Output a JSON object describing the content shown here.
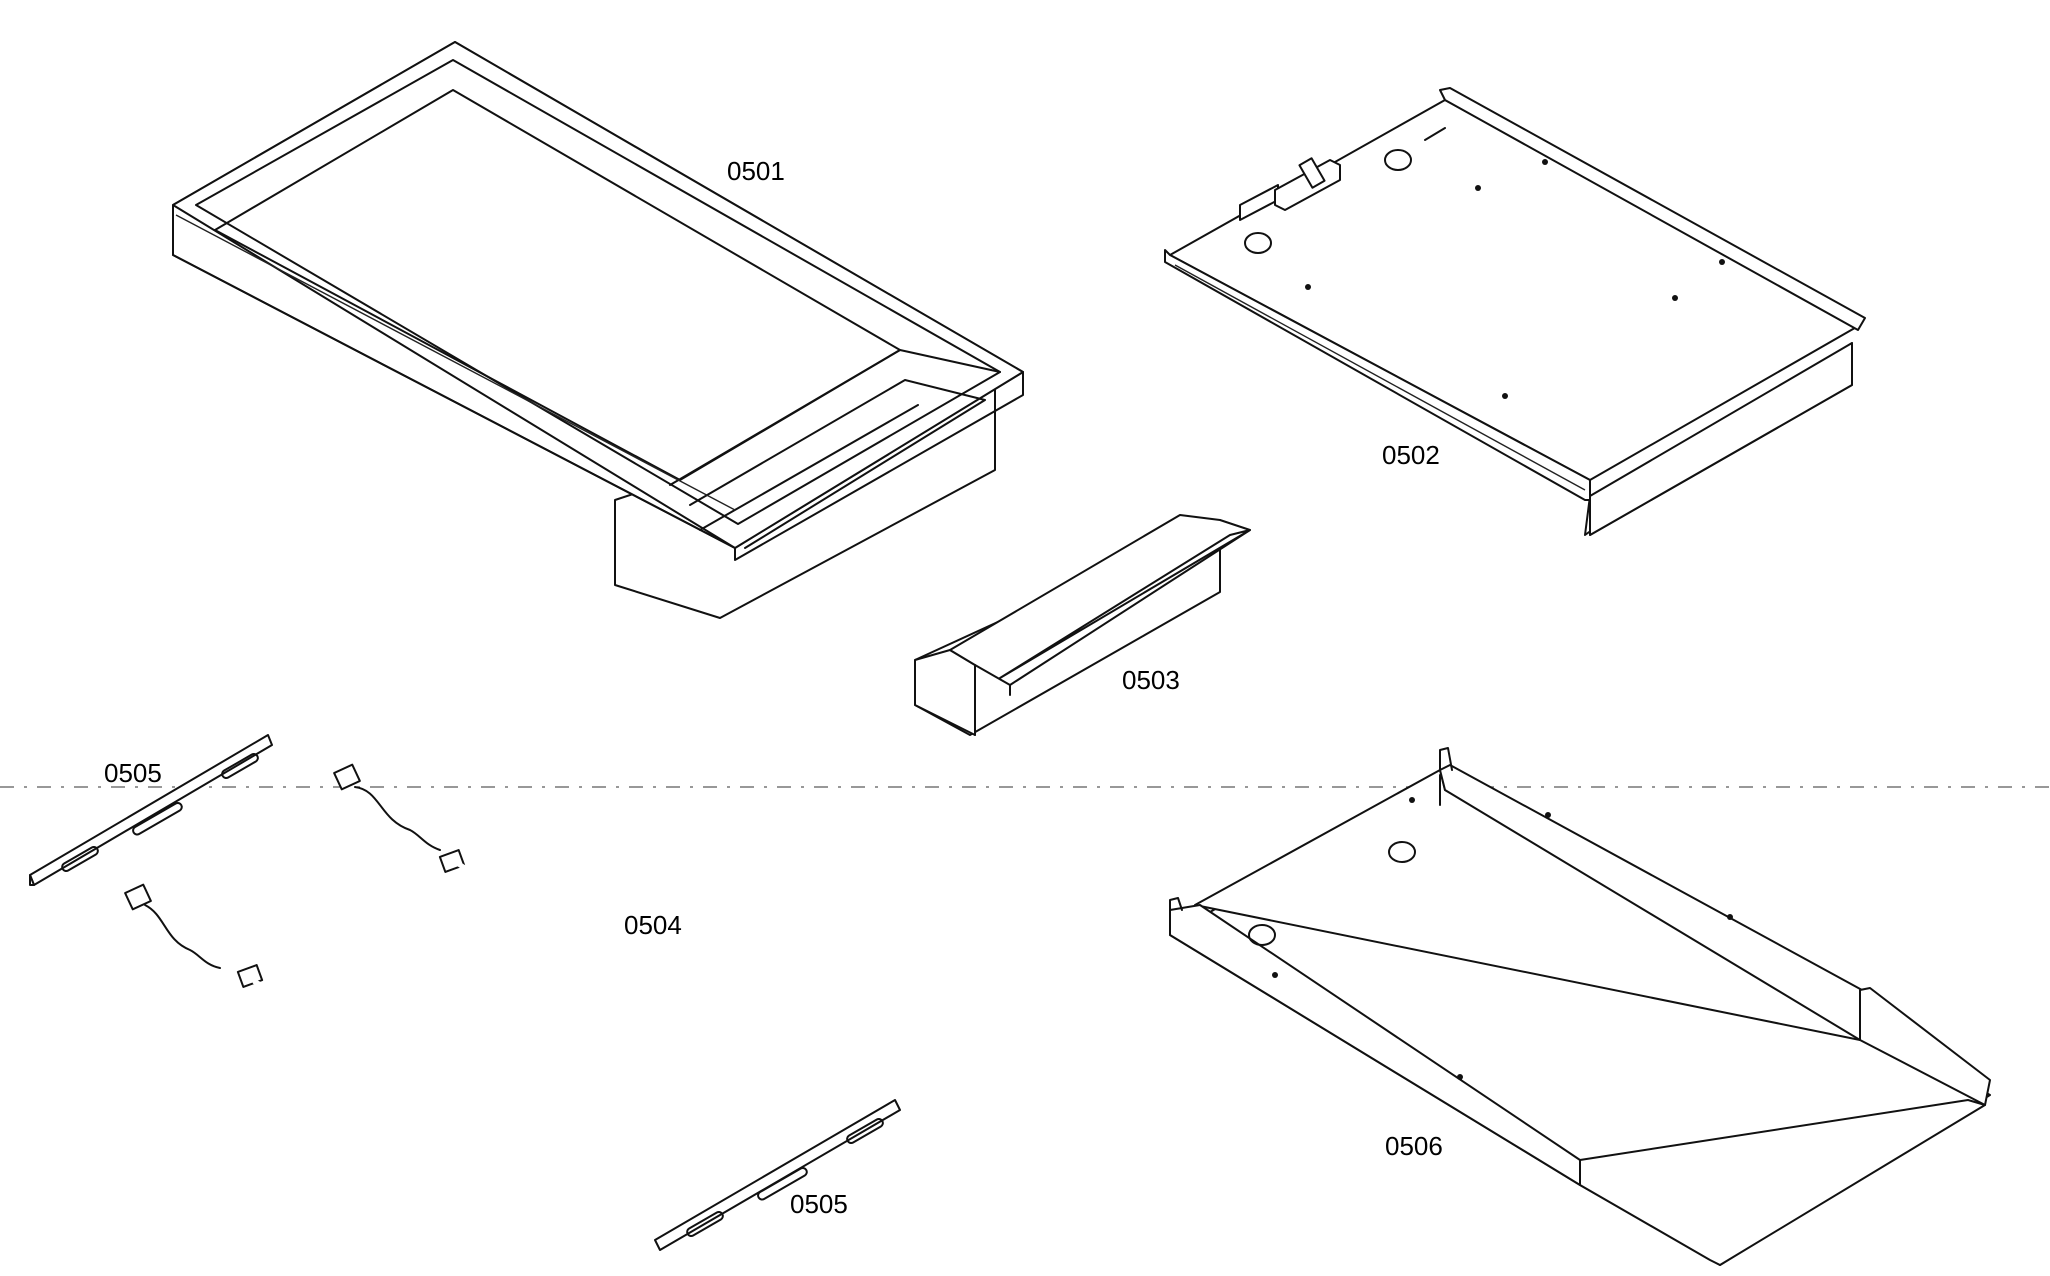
{
  "parts": [
    {
      "id": "tray",
      "label": "0501"
    },
    {
      "id": "frame",
      "label": "0502"
    },
    {
      "id": "channel",
      "label": "0503"
    },
    {
      "id": "heating-element",
      "label": "0504"
    },
    {
      "id": "bracket-top",
      "label": "0505"
    },
    {
      "id": "bracket-bottom",
      "label": "0505"
    },
    {
      "id": "base-pan",
      "label": "0506"
    }
  ]
}
